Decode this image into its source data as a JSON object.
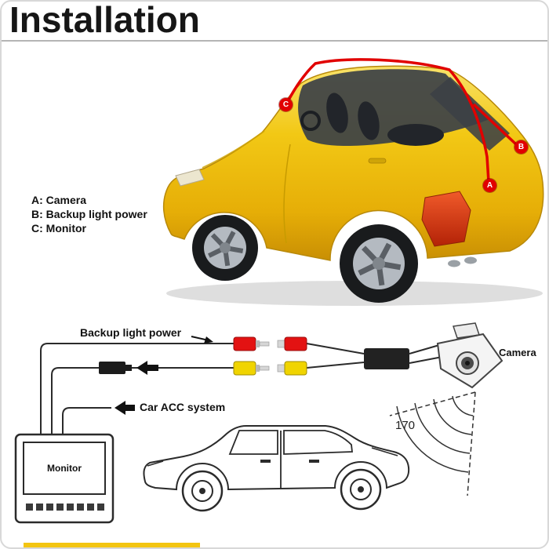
{
  "title": "Installation",
  "legend": {
    "item_a": "A: Camera",
    "item_b": "B: Backup light power",
    "item_c": "C: Monitor"
  },
  "markers": {
    "a": "A",
    "b": "B",
    "c": "C"
  },
  "wiring_labels": {
    "backup_light_power": "Backup light power",
    "car_acc_system": "Car ACC system",
    "monitor": "Monitor",
    "camera": "Camera",
    "view_angle": "170"
  },
  "colors": {
    "car_body_yellow": "#f2c411",
    "wire_route_red": "#e10000",
    "marker_red": "#e10000",
    "rca_red": "#e31212",
    "rca_yellow": "#f0d400",
    "line_art": "#2b2b2b",
    "accent_strip": "#f3c512"
  }
}
